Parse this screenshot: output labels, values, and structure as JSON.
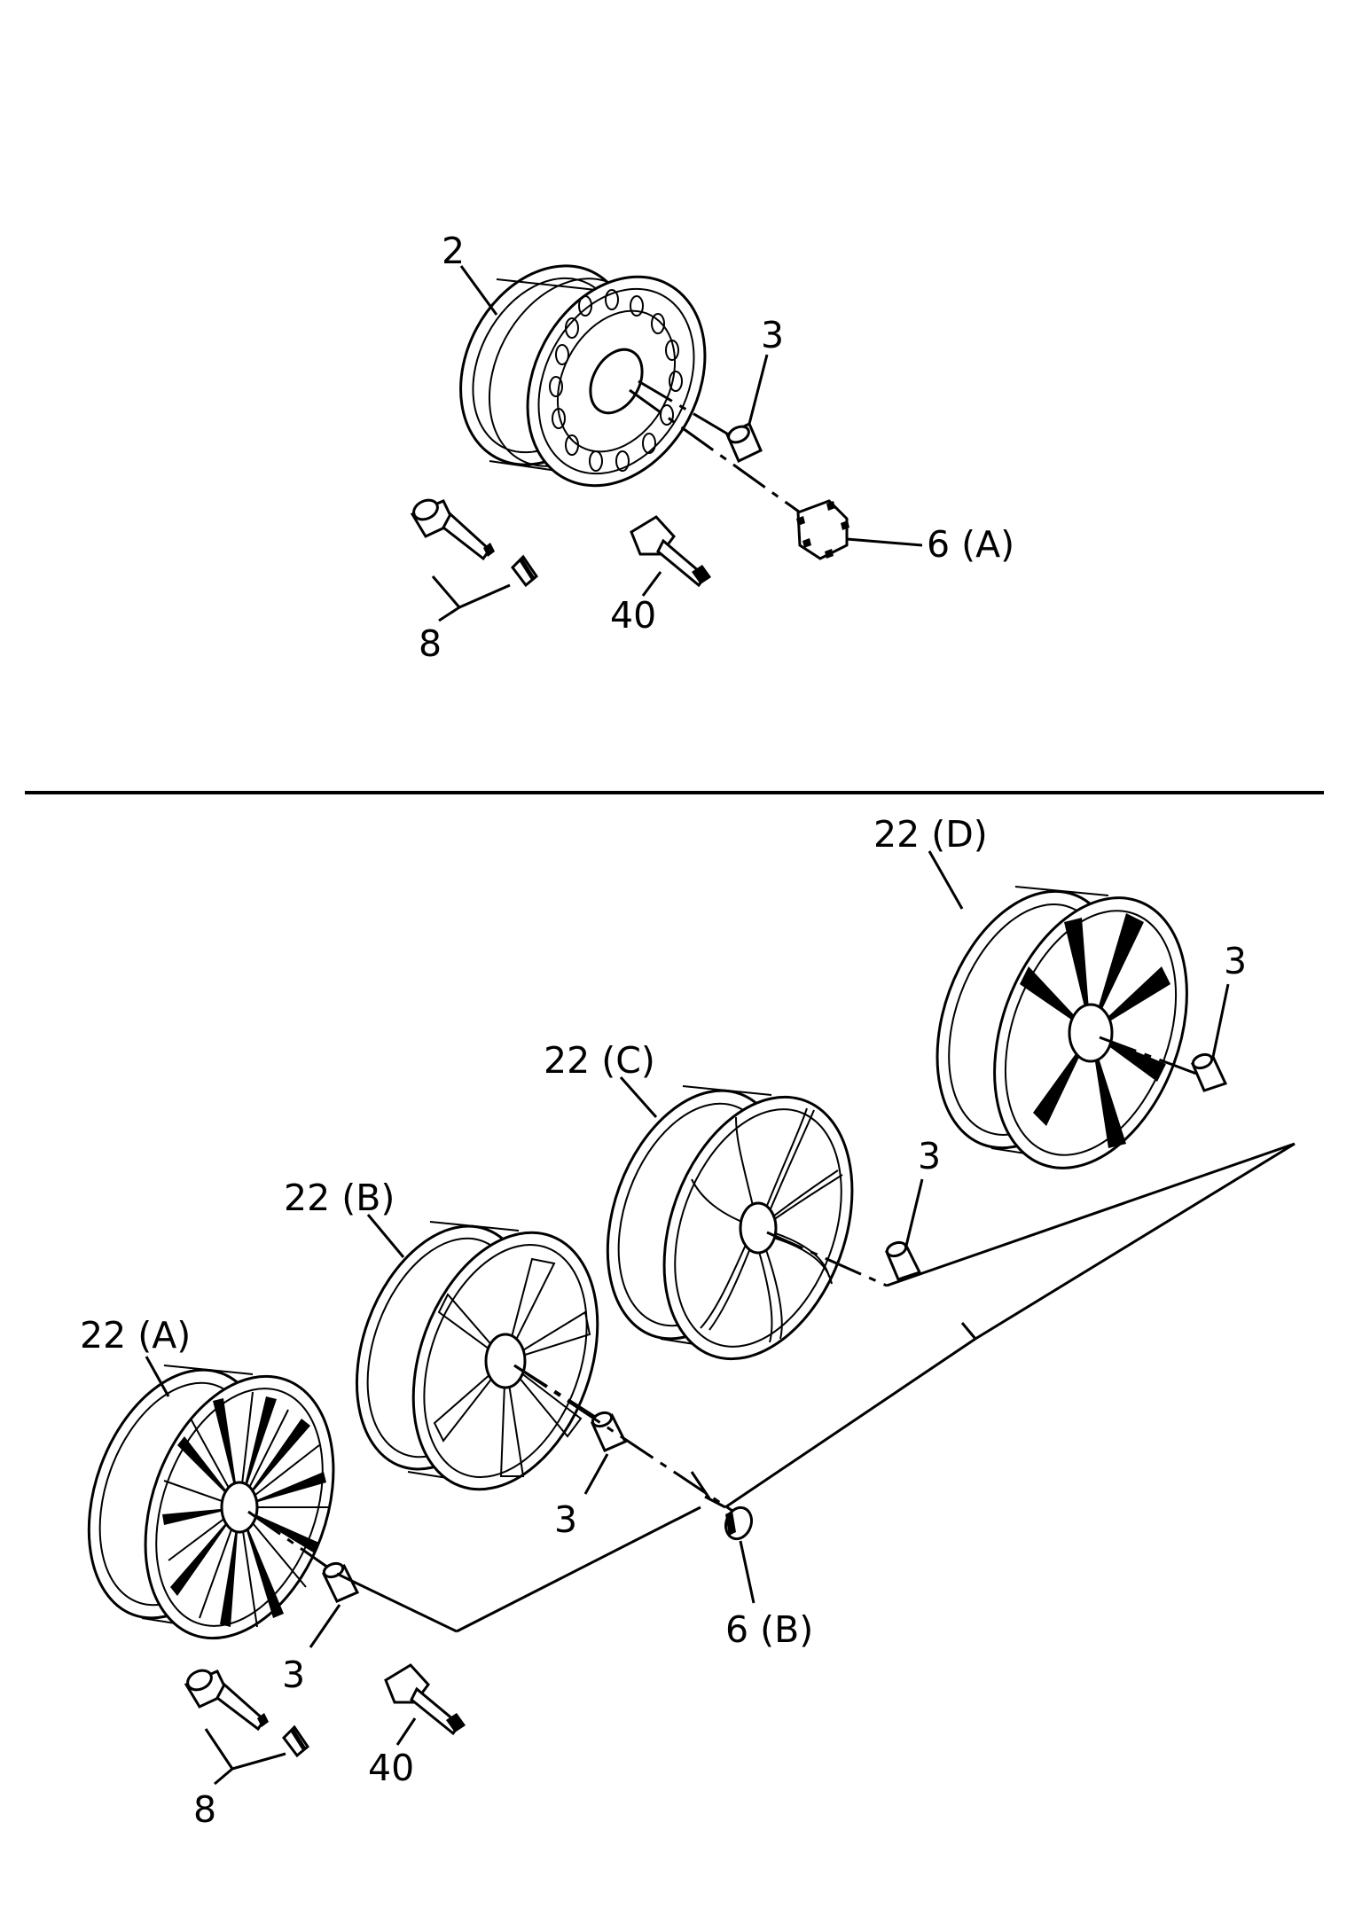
{
  "labels": {
    "steel_wheel": "2",
    "nut_top": "3",
    "cap_a": "6 (A)",
    "valve_top": "8",
    "sensor_top": "40",
    "wheel_a": "22 (A)",
    "wheel_b": "22 (B)",
    "wheel_c": "22 (C)",
    "wheel_d": "22 (D)",
    "nut_a": "3",
    "nut_b": "3",
    "nut_c": "3",
    "nut_d": "3",
    "cap_b": "6 (B)",
    "valve_bottom": "8",
    "sensor_bottom": "40"
  }
}
